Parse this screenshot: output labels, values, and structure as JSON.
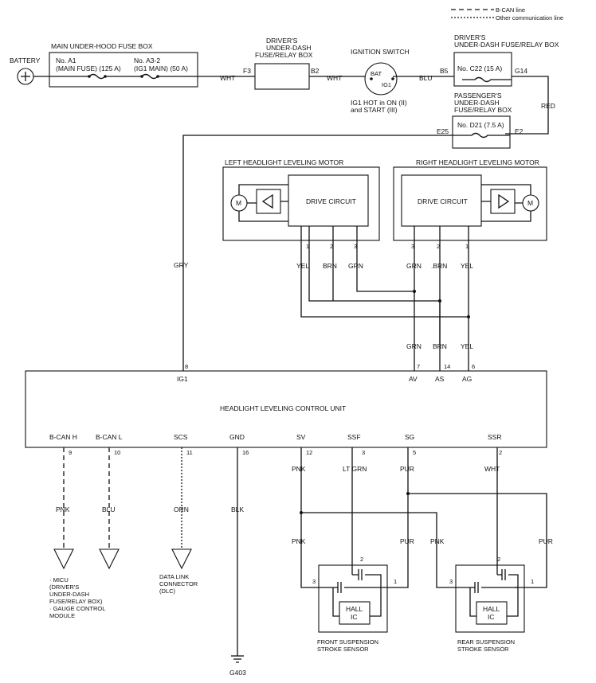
{
  "legend": {
    "bcan": "B-CAN line",
    "other": "Other communication line"
  },
  "battery": "BATTERY",
  "main_fuse_box": {
    "title": "MAIN UNDER-HOOD FUSE BOX",
    "fuse1": [
      "No. A1",
      "(MAIN FUSE) (125 A)"
    ],
    "fuse2": [
      "No. A3-2",
      "(IG1 MAIN) (50 A)"
    ]
  },
  "driver_box_left": {
    "title": [
      "DRIVER'S",
      "UNDER-DASH",
      "FUSE/RELAY BOX"
    ],
    "pin_in": "F3",
    "pin_out": "B2"
  },
  "ignition": {
    "title": "IGNITION SWITCH",
    "bat": "BAT",
    "ig1": "IG1",
    "note": [
      "IG1 HOT in ON (II)",
      "and START (III)"
    ]
  },
  "driver_box_right": {
    "title": [
      "DRIVER'S",
      "UNDER-DASH FUSE/RELAY BOX"
    ],
    "pin_in": "B5",
    "fuse": "No. C22 (15 A)",
    "pin_out": "G14"
  },
  "passenger_box": {
    "title": [
      "PASSENGER'S",
      "UNDER-DASH",
      "FUSE/RELAY BOX"
    ],
    "pin_in": "E25",
    "fuse": "No. D21 (7.5 A)",
    "pin_out": "E2"
  },
  "wires": {
    "wht1": "WHT",
    "wht2": "WHT",
    "blu": "BLU",
    "red": "RED",
    "gry": "GRY"
  },
  "left_motor": {
    "title": "LEFT HEADLIGHT LEVELING MOTOR",
    "drive": "DRIVE CIRCUIT",
    "motor": "M",
    "pins": [
      "1",
      "2",
      "3"
    ],
    "colors": [
      "YEL",
      "BRN",
      "GRN"
    ]
  },
  "right_motor": {
    "title": "RIGHT HEADLIGHT LEVELING MOTOR",
    "drive": "DRIVE CIRCUIT",
    "motor": "M",
    "pins": [
      "3",
      "2",
      "1"
    ],
    "colors": [
      "GRN",
      ".BRN",
      "YEL"
    ]
  },
  "control_unit": {
    "title": "HEADLIGHT LEVELING CONTROL UNIT",
    "top_pins": [
      {
        "num": "8",
        "name": "IG1"
      },
      {
        "num": "7",
        "name": "AV",
        "color": "GRN"
      },
      {
        "num": "14",
        "name": "AS",
        "color": "BRN"
      },
      {
        "num": "6",
        "name": "AG",
        "color": "YEL"
      }
    ],
    "bottom_pins": [
      {
        "name": "B-CAN H",
        "num": "9",
        "color": "PNK"
      },
      {
        "name": "B-CAN L",
        "num": "10",
        "color": "BLU"
      },
      {
        "name": "SCS",
        "num": "11",
        "color": "ORN"
      },
      {
        "name": "GND",
        "num": "16",
        "color": "BLK"
      },
      {
        "name": "SV",
        "num": "12",
        "color": "PNK"
      },
      {
        "name": "SSF",
        "num": "3",
        "color": "LT GRN"
      },
      {
        "name": "SG",
        "num": "5",
        "color": "PUR"
      },
      {
        "name": "SSR",
        "num": "2",
        "color": "WHT"
      }
    ]
  },
  "micu_note": [
    "· MICU",
    "(DRIVER'S",
    "UNDER-DASH",
    "FUSE/RELAY BOX)",
    "· GAUGE CONTROL",
    "MODULE"
  ],
  "dlc_note": [
    "DATA LINK",
    "CONNECTOR",
    "(DLC)"
  ],
  "ground": "G403",
  "front_sensor": {
    "title": [
      "FRONT SUSPENSION",
      "STROKE SENSOR"
    ],
    "ic": [
      "HALL",
      "IC"
    ],
    "pins": [
      "3",
      "2",
      "1"
    ],
    "colors": [
      "PNK",
      "PUR"
    ]
  },
  "rear_sensor": {
    "title": [
      "REAR SUSPENSION",
      "STROKE SENSOR"
    ],
    "ic": [
      "HALL",
      "IC"
    ],
    "pins": [
      "3",
      "2",
      "1"
    ],
    "colors": [
      "PNK",
      "PUR"
    ]
  }
}
